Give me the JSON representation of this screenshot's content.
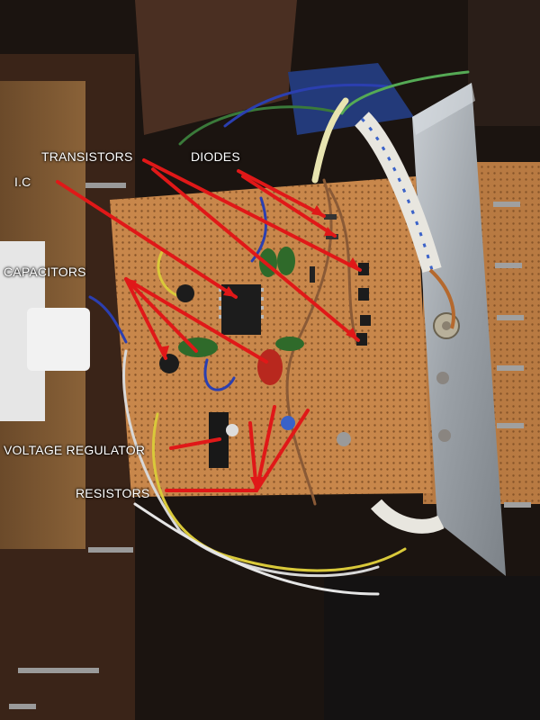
{
  "labels": {
    "transistors": "TRANSISTORS",
    "diodes": "DIODES",
    "ic": "I.C",
    "capacitors": "CAPACITORS",
    "voltage_regulator": "VOLTAGE REGULATOR",
    "resistors": "RESISTORS"
  },
  "colors": {
    "background": "#1b1410",
    "board": "#c8874b",
    "annotation_arrow": "#e01818",
    "label_text": "#ffffff",
    "heatsink": "#a9aeb3"
  }
}
